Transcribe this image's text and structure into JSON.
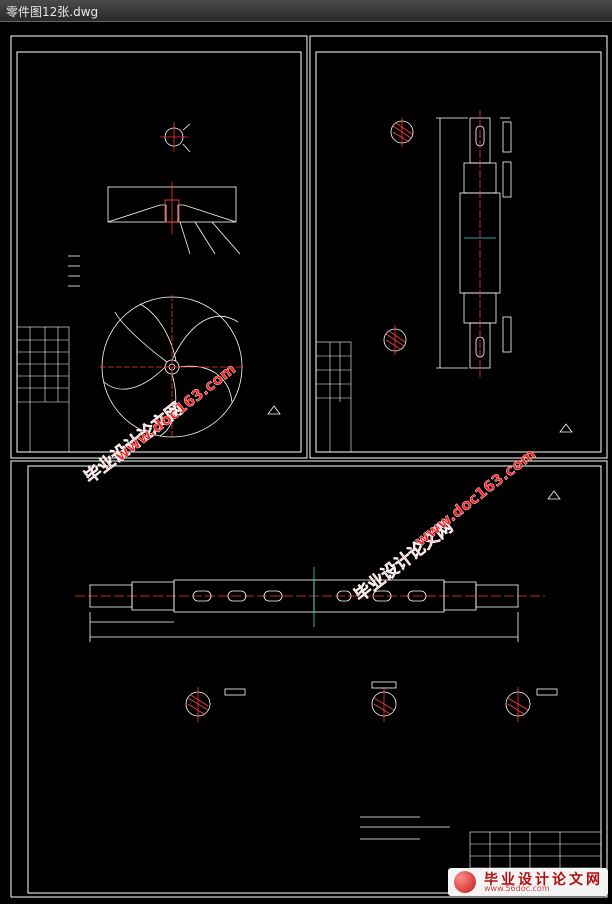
{
  "window": {
    "title": "零件图12张.dwg"
  },
  "watermark": {
    "cn": "毕业设计论文网",
    "url": "www.doc163.com"
  },
  "logo": {
    "main": "毕业设计论文网",
    "url": "www.56doc.com"
  },
  "colors": {
    "line": "#ffffff",
    "center": "#ff3333",
    "hatch": "#ff4040",
    "dim": "#39d4d4",
    "watermark": "#ff2020",
    "frame": "#ffffff"
  }
}
